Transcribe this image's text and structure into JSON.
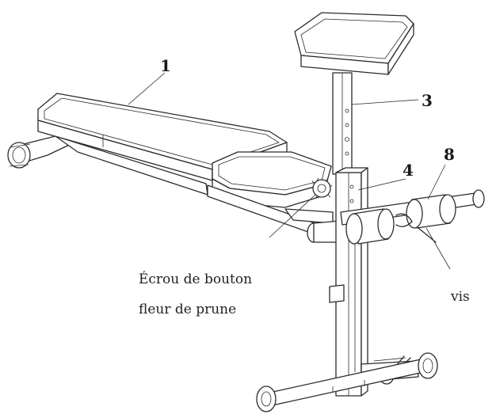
{
  "callouts": {
    "part1": "1",
    "part3": "3",
    "part4": "4",
    "part8": "8"
  },
  "labels": {
    "nut_line1": "Écrou de bouton",
    "nut_line2": "fleur de prune",
    "screw": "vis"
  },
  "colors": {
    "ink": "#2b2b2b",
    "paper": "#ffffff"
  }
}
